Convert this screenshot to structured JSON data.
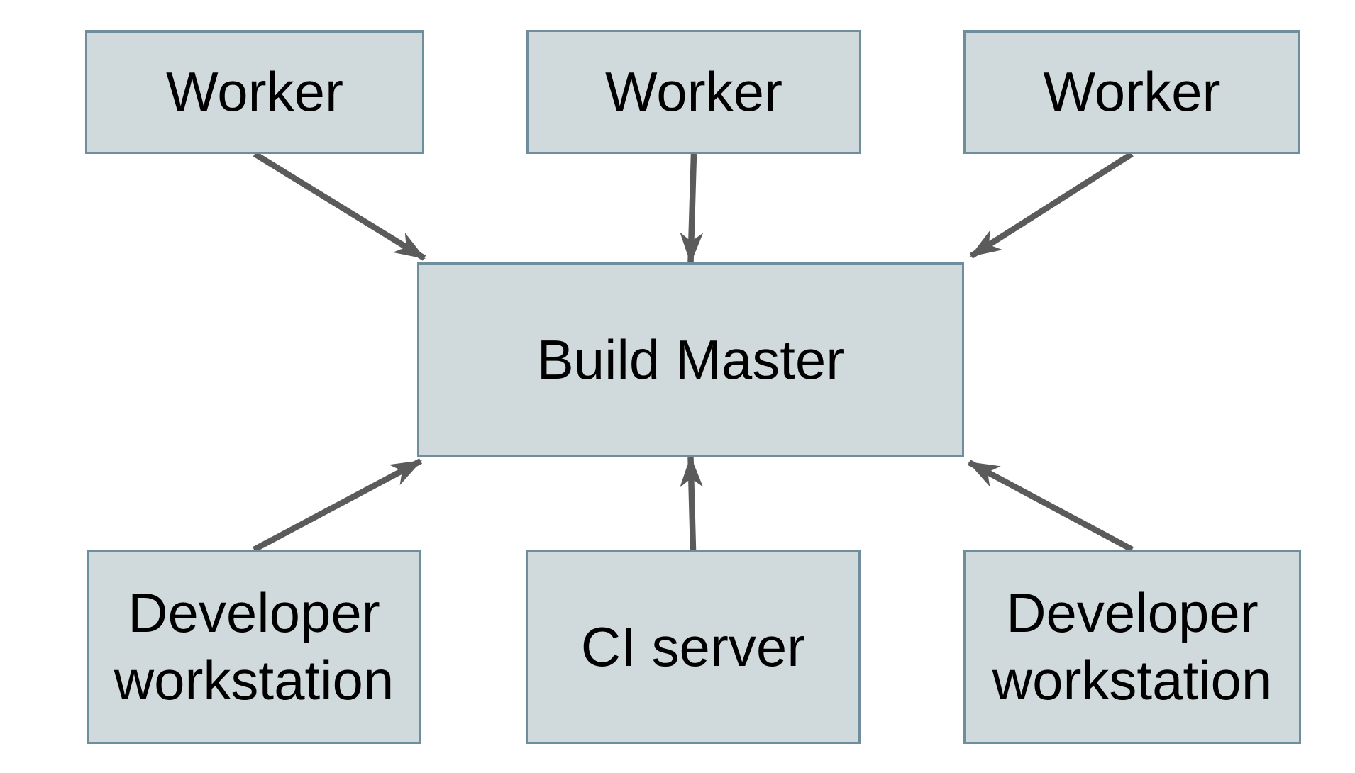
{
  "diagram": {
    "colors": {
      "background": "#ffffff",
      "node_fill": "#d0d9db",
      "node_border": "#6f8e9c",
      "arrow": "#5b5b5b",
      "text": "#000000"
    },
    "nodes": [
      {
        "id": "worker-1",
        "label": "Worker"
      },
      {
        "id": "worker-2",
        "label": "Worker"
      },
      {
        "id": "worker-3",
        "label": "Worker"
      },
      {
        "id": "build-master",
        "label": "Build Master"
      },
      {
        "id": "dev-workstation-left",
        "label": "Developer\nworkstation"
      },
      {
        "id": "ci-server",
        "label": "CI server"
      },
      {
        "id": "dev-workstation-right",
        "label": "Developer\nworkstation"
      }
    ],
    "edges": [
      {
        "from": "worker-1",
        "from_anchor": "bottom-center",
        "to": "build-master",
        "to_anchor": "top-left"
      },
      {
        "from": "worker-2",
        "from_anchor": "bottom-center",
        "to": "build-master",
        "to_anchor": "top-center"
      },
      {
        "from": "worker-3",
        "from_anchor": "bottom-center",
        "to": "build-master",
        "to_anchor": "top-right"
      },
      {
        "from": "dev-workstation-left",
        "from_anchor": "top-center",
        "to": "build-master",
        "to_anchor": "bottom-left"
      },
      {
        "from": "ci-server",
        "from_anchor": "top-center",
        "to": "build-master",
        "to_anchor": "bottom-center"
      },
      {
        "from": "dev-workstation-right",
        "from_anchor": "top-center",
        "to": "build-master",
        "to_anchor": "bottom-right"
      }
    ]
  }
}
